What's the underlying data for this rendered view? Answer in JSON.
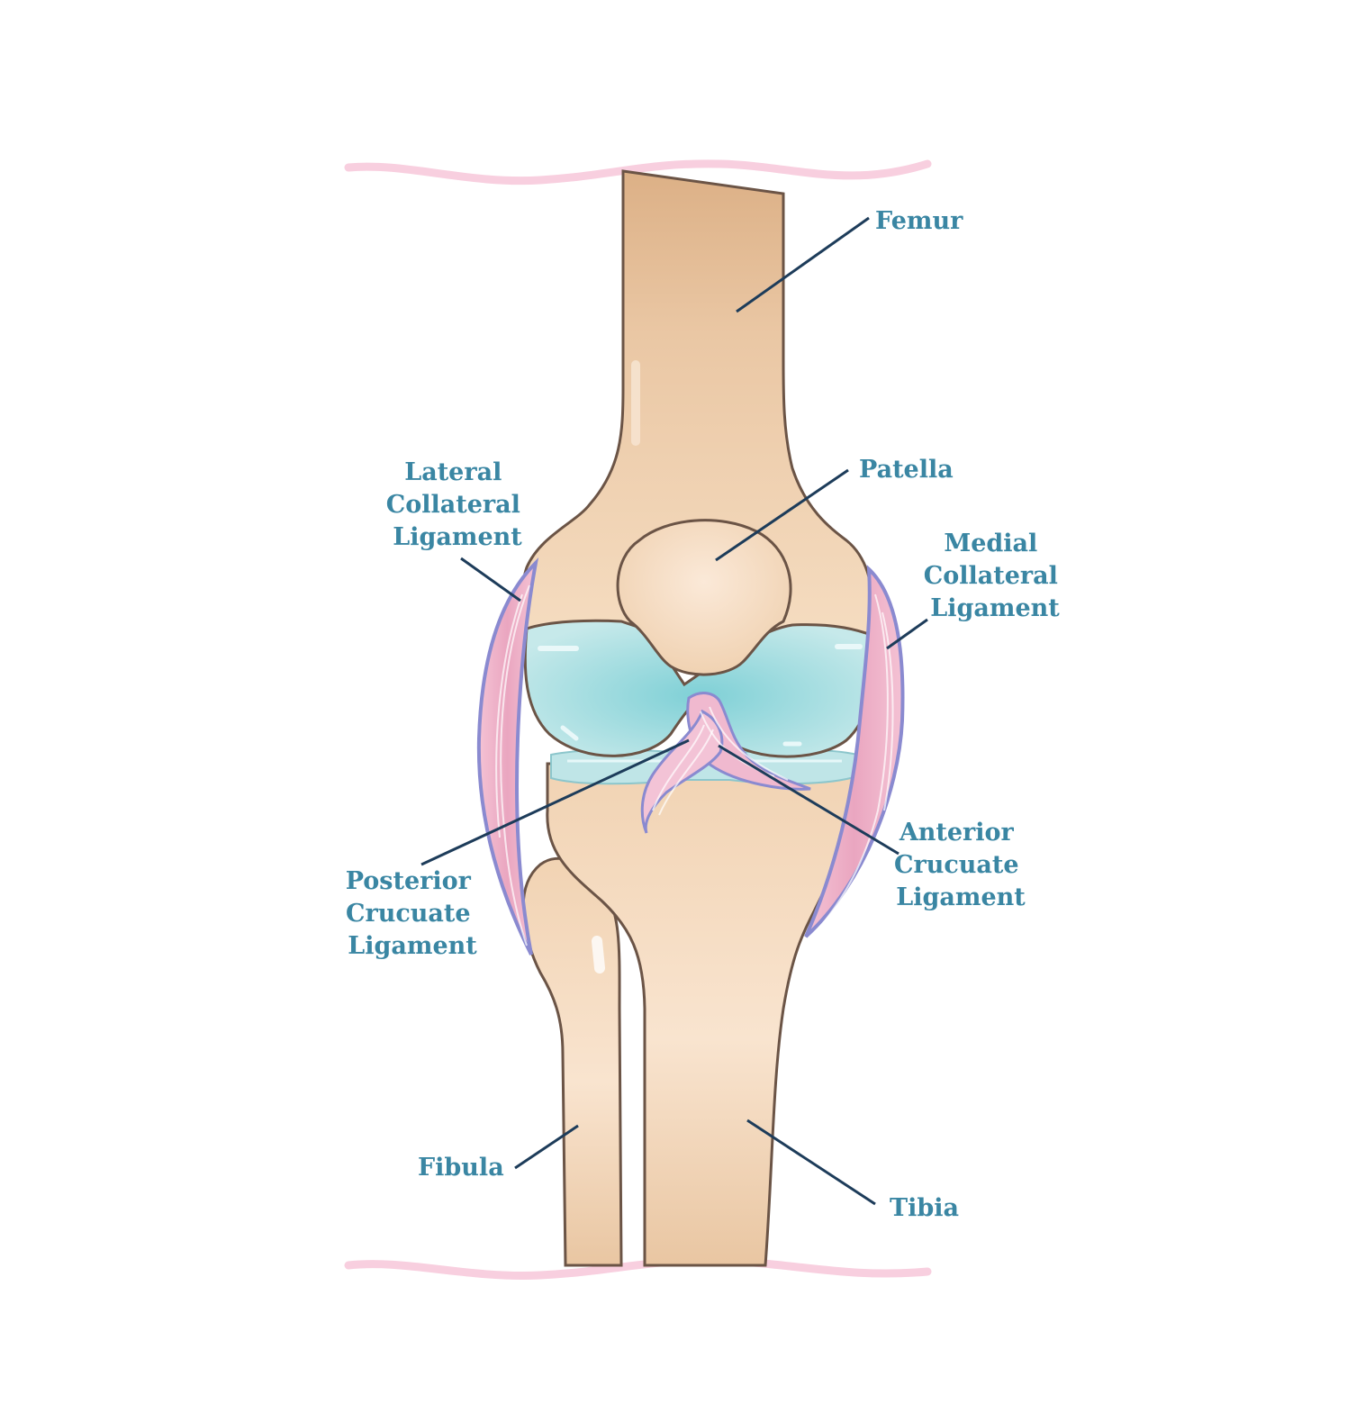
{
  "labels": {
    "femur": "Femur",
    "patella": "Patella",
    "lateral_collateral": [
      "Lateral",
      "Collateral",
      "Ligament"
    ],
    "medial_collateral": [
      "Medial",
      "Collateral",
      "Ligament"
    ],
    "posterior_crucuate": [
      "Posterior",
      "Crucuate",
      "Ligament"
    ],
    "anterior_crucuate": [
      "Anterior",
      "Crucuate",
      "Ligament"
    ],
    "fibula": "Fibula",
    "tibia": "Tibia"
  },
  "colors": {
    "bone": "#f3d7b8",
    "bone_dark": "#deb48c",
    "cartilage": "#bfe6e8",
    "cartilage_dark": "#8fd3d8",
    "ligament": "#efb4cb",
    "ligament_edge": "#8a8ad0",
    "label": "#3a86a3",
    "leader": "#1d3c5a",
    "skin_border": "#f7cbdc"
  }
}
